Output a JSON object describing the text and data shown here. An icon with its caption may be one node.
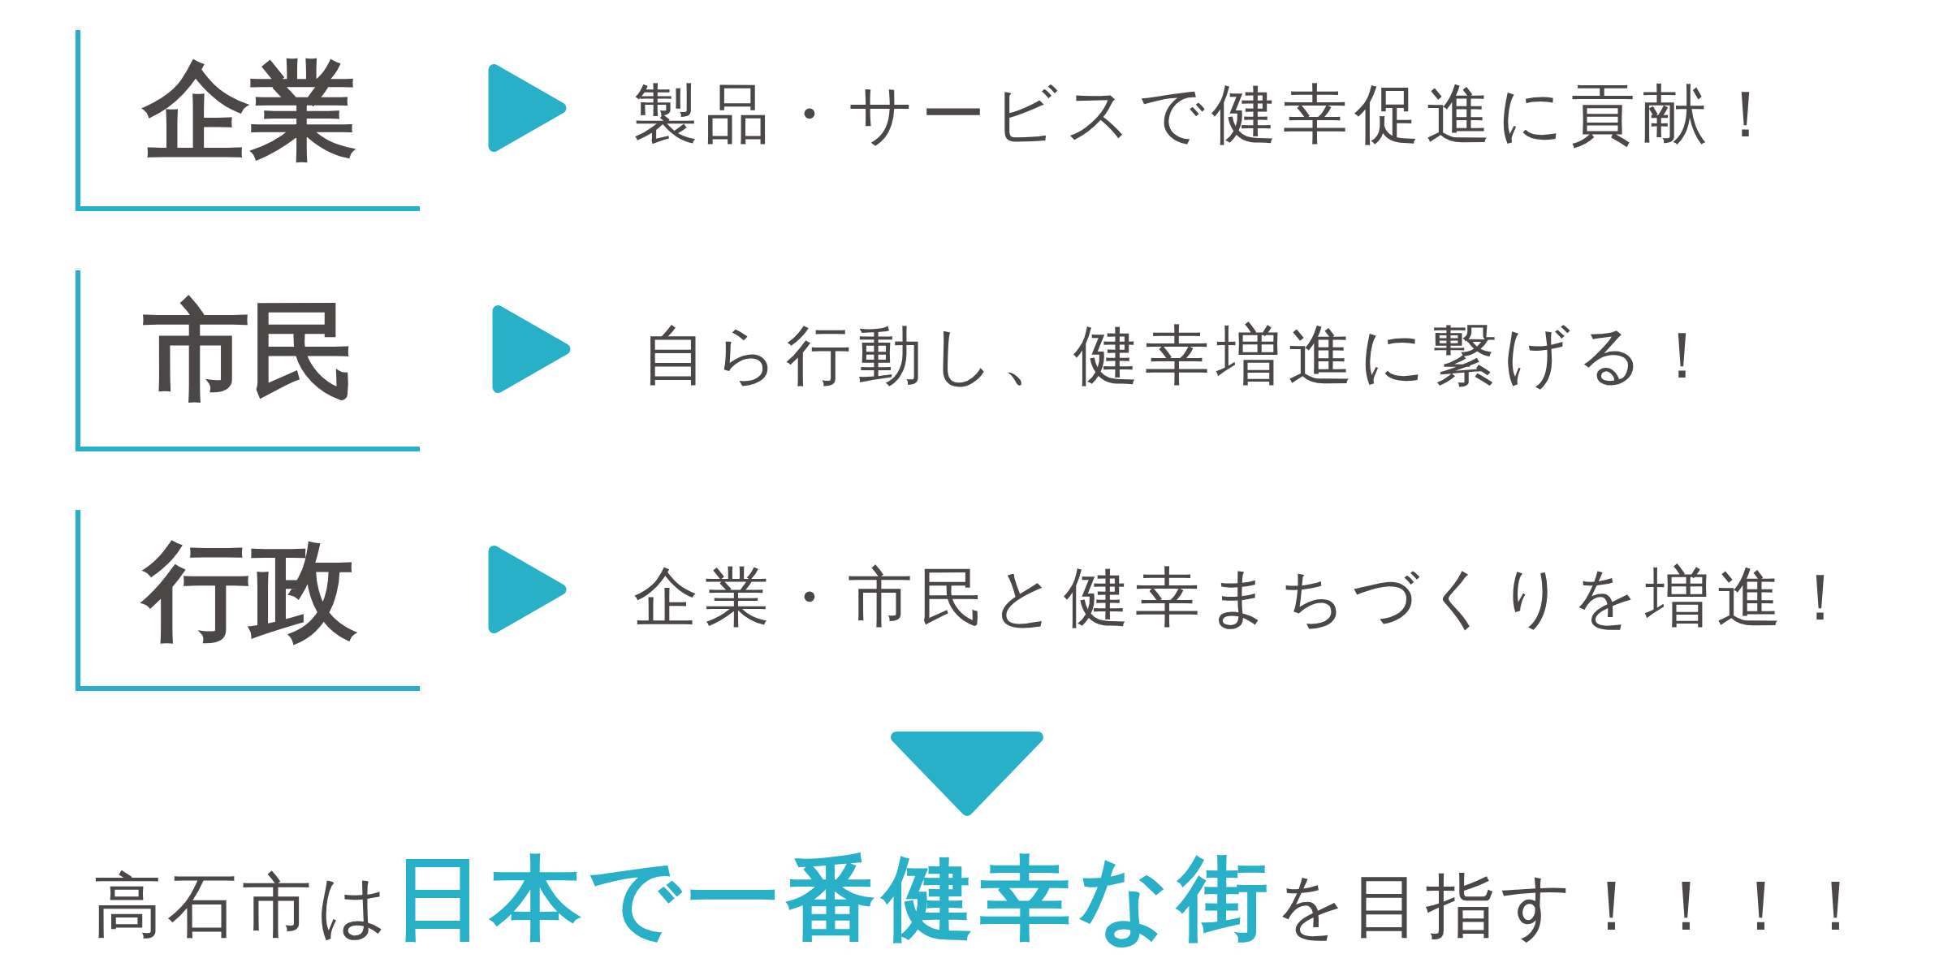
{
  "diagram": {
    "nodes": [
      {
        "text": [
          "企業"
        ]
      },
      {
        "text": [
          "製品・サービスで健幸促進に貢献！"
        ]
      },
      {
        "text": [
          "市民"
        ]
      },
      {
        "text": [
          "自ら行動し、健幸増進に繋げる！"
        ]
      },
      {
        "text": [
          "行政"
        ]
      },
      {
        "text": [
          "企業・市民と健幸まちづくりを増進！"
        ]
      },
      {
        "text": [
          "高石市は**日本で一番健幸な街**を目指す！！！！"
        ]
      }
    ],
    "edges": [
      {
        "from": 0,
        "to": 1,
        "arrow": "to"
      },
      {
        "from": 2,
        "to": 3,
        "arrow": "to"
      },
      {
        "from": 4,
        "to": 5,
        "arrow": "to"
      },
      {
        "from": null,
        "to": 6,
        "arrow": "to"
      }
    ]
  }
}
